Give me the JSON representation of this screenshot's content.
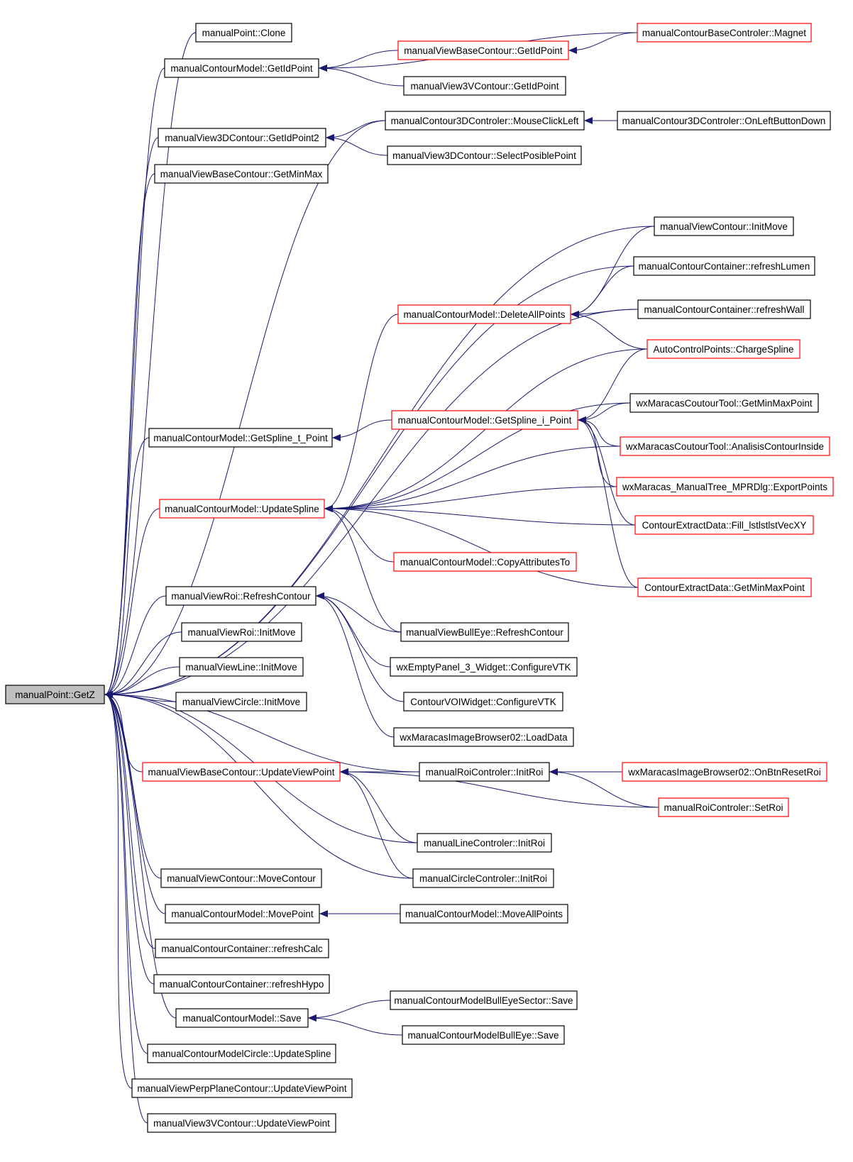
{
  "colors": {
    "edge": "#191970",
    "border_normal": "#000000",
    "border_truncated": "#ff0000",
    "root_fill": "#bfbfbf",
    "background": "#ffffff"
  },
  "nodes": [
    {
      "id": "getz",
      "label": "manualPoint::GetZ",
      "style": "root"
    },
    {
      "id": "clone",
      "label": "manualPoint::Clone",
      "style": "normal"
    },
    {
      "id": "getidpoint",
      "label": "manualContourModel::GetIdPoint",
      "style": "normal"
    },
    {
      "id": "vbc_getidpoint",
      "label": "manualViewBaseContour::GetIdPoint",
      "style": "truncated"
    },
    {
      "id": "magnet",
      "label": "manualContourBaseControler::Magnet",
      "style": "truncated"
    },
    {
      "id": "v3v_getidpoint",
      "label": "manualView3VContour::GetIdPoint",
      "style": "normal"
    },
    {
      "id": "mouseclickleft",
      "label": "manualContour3DControler::MouseClickLeft",
      "style": "normal"
    },
    {
      "id": "onleftbuttondown",
      "label": "manualContour3DControler::OnLeftButtonDown",
      "style": "normal"
    },
    {
      "id": "getidpoint2",
      "label": "manualView3DContour::GetIdPoint2",
      "style": "normal"
    },
    {
      "id": "selectposiblepoint",
      "label": "manualView3DContour::SelectPosiblePoint",
      "style": "normal"
    },
    {
      "id": "getminmax",
      "label": "manualViewBaseContour::GetMinMax",
      "style": "normal"
    },
    {
      "id": "vc_initmove",
      "label": "manualViewContour::InitMove",
      "style": "normal"
    },
    {
      "id": "refreshlumen",
      "label": "manualContourContainer::refreshLumen",
      "style": "normal"
    },
    {
      "id": "deleteallpoints",
      "label": "manualContourModel::DeleteAllPoints",
      "style": "truncated"
    },
    {
      "id": "refreshwall",
      "label": "manualContourContainer::refreshWall",
      "style": "normal"
    },
    {
      "id": "chargespline",
      "label": "AutoControlPoints::ChargeSpline",
      "style": "truncated"
    },
    {
      "id": "wx_getminmaxpoint",
      "label": "wxMaracasCoutourTool::GetMinMaxPoint",
      "style": "normal"
    },
    {
      "id": "getspline_t",
      "label": "manualContourModel::GetSpline_t_Point",
      "style": "normal"
    },
    {
      "id": "getspline_i",
      "label": "manualContourModel::GetSpline_i_Point",
      "style": "truncated"
    },
    {
      "id": "analisis",
      "label": "wxMaracasCoutourTool::AnalisisContourInside",
      "style": "truncated"
    },
    {
      "id": "exportpoints",
      "label": "wxMaracas_ManualTree_MPRDlg::ExportPoints",
      "style": "truncated"
    },
    {
      "id": "updatespline",
      "label": "manualContourModel::UpdateSpline",
      "style": "truncated"
    },
    {
      "id": "fill_lst",
      "label": "ContourExtractData::Fill_lstlstlstVecXY",
      "style": "truncated"
    },
    {
      "id": "copyattributes",
      "label": "manualContourModel::CopyAttributesTo",
      "style": "truncated"
    },
    {
      "id": "ced_getminmaxpoint",
      "label": "ContourExtractData::GetMinMaxPoint",
      "style": "truncated"
    },
    {
      "id": "roi_refresh",
      "label": "manualViewRoi::RefreshContour",
      "style": "normal"
    },
    {
      "id": "bulleye_refresh",
      "label": "manualViewBullEye::RefreshContour",
      "style": "normal"
    },
    {
      "id": "roi_initmove",
      "label": "manualViewRoi::InitMove",
      "style": "normal"
    },
    {
      "id": "wxempty",
      "label": "wxEmptyPanel_3_Widget::ConfigureVTK",
      "style": "normal"
    },
    {
      "id": "line_initmove",
      "label": "manualViewLine::InitMove",
      "style": "normal"
    },
    {
      "id": "circle_initmove",
      "label": "manualViewCircle::InitMove",
      "style": "normal"
    },
    {
      "id": "contourvoi",
      "label": "ContourVOIWidget::ConfigureVTK",
      "style": "normal"
    },
    {
      "id": "loaddata",
      "label": "wxMaracasImageBrowser02::LoadData",
      "style": "normal"
    },
    {
      "id": "updateviewpoint",
      "label": "manualViewBaseContour::UpdateViewPoint",
      "style": "truncated"
    },
    {
      "id": "roi_initroi",
      "label": "manualRoiControler::InitRoi",
      "style": "normal"
    },
    {
      "id": "onbtnresetroi",
      "label": "wxMaracasImageBrowser02::OnBtnResetRoi",
      "style": "truncated"
    },
    {
      "id": "setroi",
      "label": "manualRoiControler::SetRoi",
      "style": "truncated"
    },
    {
      "id": "line_initroi",
      "label": "manualLineControler::InitRoi",
      "style": "normal"
    },
    {
      "id": "circle_initroi",
      "label": "manualCircleControler::InitRoi",
      "style": "normal"
    },
    {
      "id": "movecontour",
      "label": "manualViewContour::MoveContour",
      "style": "normal"
    },
    {
      "id": "movepoint",
      "label": "manualContourModel::MovePoint",
      "style": "normal"
    },
    {
      "id": "moveallpoints",
      "label": "manualContourModel::MoveAllPoints",
      "style": "normal"
    },
    {
      "id": "refreshcalc",
      "label": "manualContourContainer::refreshCalc",
      "style": "normal"
    },
    {
      "id": "refreshhypo",
      "label": "manualContourContainer::refreshHypo",
      "style": "normal"
    },
    {
      "id": "sector_save",
      "label": "manualContourModelBullEyeSector::Save",
      "style": "normal"
    },
    {
      "id": "save",
      "label": "manualContourModel::Save",
      "style": "normal"
    },
    {
      "id": "bulleye_save",
      "label": "manualContourModelBullEye::Save",
      "style": "normal"
    },
    {
      "id": "circle_updatespline",
      "label": "manualContourModelCircle::UpdateSpline",
      "style": "normal"
    },
    {
      "id": "perp_updateviewpoint",
      "label": "manualViewPerpPlaneContour::UpdateViewPoint",
      "style": "normal"
    },
    {
      "id": "v3v_updateviewpoint",
      "label": "manualView3VContour::UpdateViewPoint",
      "style": "normal"
    }
  ],
  "edges": [
    {
      "from": "clone",
      "to": "getz"
    },
    {
      "from": "getidpoint",
      "to": "getz"
    },
    {
      "from": "getidpoint2",
      "to": "getz"
    },
    {
      "from": "getminmax",
      "to": "getz"
    },
    {
      "from": "vc_initmove",
      "to": "getz"
    },
    {
      "from": "refreshlumen",
      "to": "getz"
    },
    {
      "from": "refreshwall",
      "to": "getz"
    },
    {
      "from": "mouseclickleft",
      "to": "getz"
    },
    {
      "from": "getspline_t",
      "to": "getz"
    },
    {
      "from": "updatespline",
      "to": "getz"
    },
    {
      "from": "roi_refresh",
      "to": "getz"
    },
    {
      "from": "roi_initmove",
      "to": "getz"
    },
    {
      "from": "line_initmove",
      "to": "getz"
    },
    {
      "from": "circle_initmove",
      "to": "getz"
    },
    {
      "from": "roi_initroi",
      "to": "getz"
    },
    {
      "from": "updateviewpoint",
      "to": "getz"
    },
    {
      "from": "line_initroi",
      "to": "getz"
    },
    {
      "from": "circle_initroi",
      "to": "getz"
    },
    {
      "from": "movecontour",
      "to": "getz"
    },
    {
      "from": "movepoint",
      "to": "getz"
    },
    {
      "from": "refreshcalc",
      "to": "getz"
    },
    {
      "from": "refreshhypo",
      "to": "getz"
    },
    {
      "from": "save",
      "to": "getz"
    },
    {
      "from": "circle_updatespline",
      "to": "getz"
    },
    {
      "from": "perp_updateviewpoint",
      "to": "getz"
    },
    {
      "from": "v3v_updateviewpoint",
      "to": "getz"
    },
    {
      "from": "vbc_getidpoint",
      "to": "getidpoint"
    },
    {
      "from": "magnet",
      "to": "getidpoint"
    },
    {
      "from": "v3v_getidpoint",
      "to": "getidpoint"
    },
    {
      "from": "magnet",
      "to": "vbc_getidpoint"
    },
    {
      "from": "mouseclickleft",
      "to": "getidpoint2"
    },
    {
      "from": "selectposiblepoint",
      "to": "getidpoint2"
    },
    {
      "from": "onleftbuttondown",
      "to": "mouseclickleft"
    },
    {
      "from": "vc_initmove",
      "to": "deleteallpoints"
    },
    {
      "from": "refreshlumen",
      "to": "deleteallpoints"
    },
    {
      "from": "refreshwall",
      "to": "deleteallpoints"
    },
    {
      "from": "chargespline",
      "to": "deleteallpoints"
    },
    {
      "from": "getspline_i",
      "to": "getspline_t"
    },
    {
      "from": "wx_getminmaxpoint",
      "to": "getspline_i"
    },
    {
      "from": "chargespline",
      "to": "getspline_i"
    },
    {
      "from": "analisis",
      "to": "getspline_i"
    },
    {
      "from": "exportpoints",
      "to": "getspline_i"
    },
    {
      "from": "fill_lst",
      "to": "getspline_i"
    },
    {
      "from": "ced_getminmaxpoint",
      "to": "getspline_i"
    },
    {
      "from": "deleteallpoints",
      "to": "updatespline"
    },
    {
      "from": "chargespline",
      "to": "updatespline"
    },
    {
      "from": "wx_getminmaxpoint",
      "to": "updatespline"
    },
    {
      "from": "analisis",
      "to": "updatespline"
    },
    {
      "from": "exportpoints",
      "to": "updatespline"
    },
    {
      "from": "fill_lst",
      "to": "updatespline"
    },
    {
      "from": "copyattributes",
      "to": "updatespline"
    },
    {
      "from": "ced_getminmaxpoint",
      "to": "updatespline"
    },
    {
      "from": "bulleye_refresh",
      "to": "updatespline"
    },
    {
      "from": "bulleye_refresh",
      "to": "roi_refresh"
    },
    {
      "from": "wxempty",
      "to": "roi_refresh"
    },
    {
      "from": "contourvoi",
      "to": "roi_refresh"
    },
    {
      "from": "loaddata",
      "to": "roi_refresh"
    },
    {
      "from": "roi_initroi",
      "to": "updateviewpoint"
    },
    {
      "from": "setroi",
      "to": "updateviewpoint"
    },
    {
      "from": "line_initroi",
      "to": "updateviewpoint"
    },
    {
      "from": "circle_initroi",
      "to": "updateviewpoint"
    },
    {
      "from": "onbtnresetroi",
      "to": "roi_initroi"
    },
    {
      "from": "setroi",
      "to": "roi_initroi"
    },
    {
      "from": "moveallpoints",
      "to": "movepoint"
    },
    {
      "from": "sector_save",
      "to": "save"
    },
    {
      "from": "bulleye_save",
      "to": "save"
    }
  ]
}
